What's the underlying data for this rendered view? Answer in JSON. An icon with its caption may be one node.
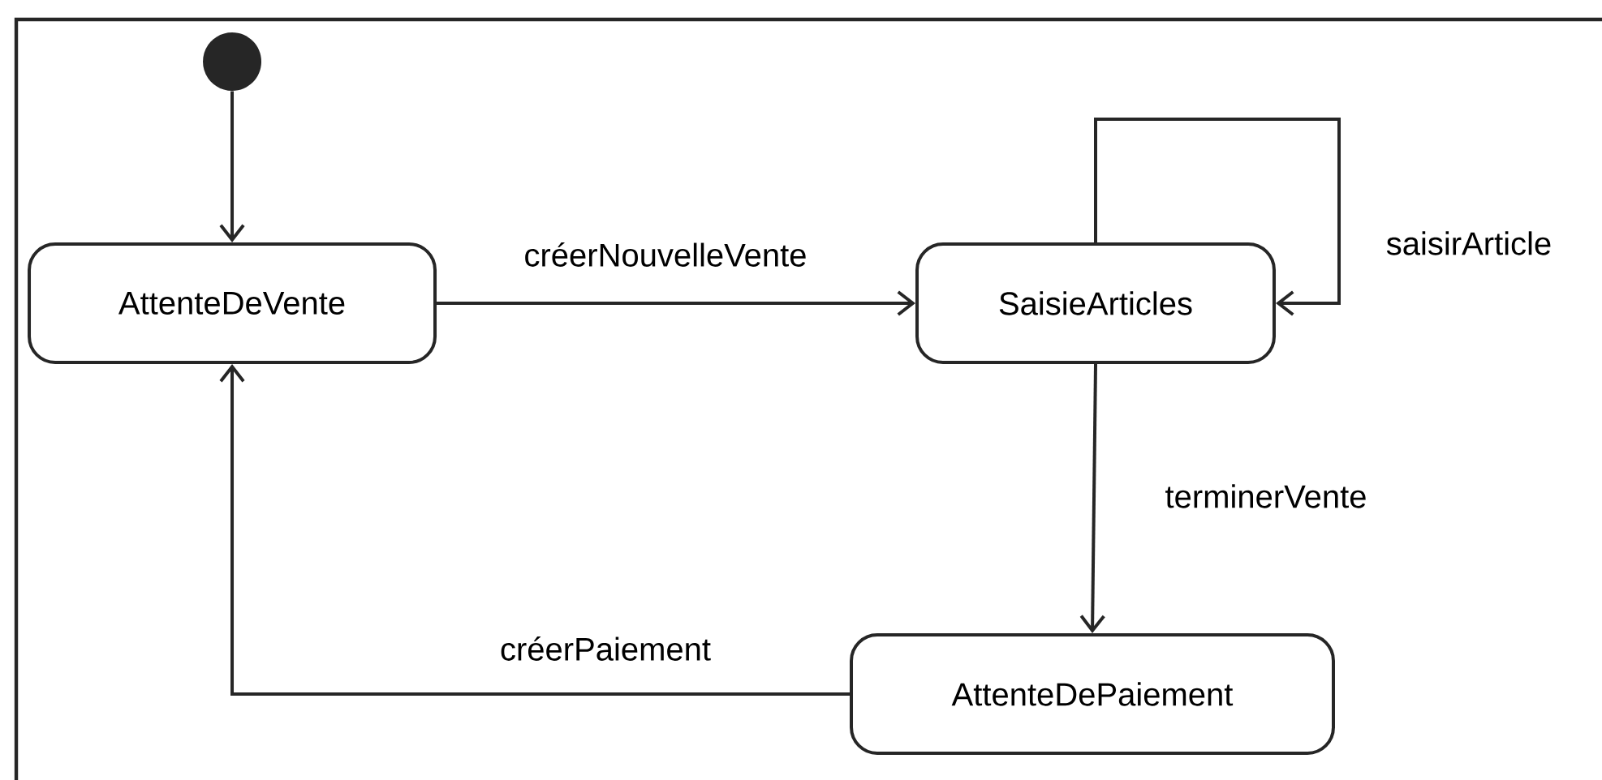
{
  "diagram": {
    "nodes": [
      {
        "text": [],
        "shape": "circle"
      },
      {
        "text": [
          "AttenteDeVente"
        ]
      },
      {
        "text": [
          "SaisieArticles"
        ]
      },
      {
        "text": [
          "AttenteDePaiement"
        ]
      }
    ],
    "edges": [
      {
        "from": 0,
        "to": 1,
        "arrow": "to"
      },
      {
        "from": 1,
        "to": 2,
        "arrow": "to",
        "label": "créerNouvelleVente"
      },
      {
        "from": 2,
        "to": 2,
        "arrow": "to",
        "label": "saisirArticle"
      },
      {
        "from": 2,
        "to": 3,
        "arrow": "to",
        "label": "terminerVente"
      },
      {
        "from": 3,
        "to": 1,
        "arrow": "to",
        "label": "créerPaiement"
      }
    ]
  }
}
